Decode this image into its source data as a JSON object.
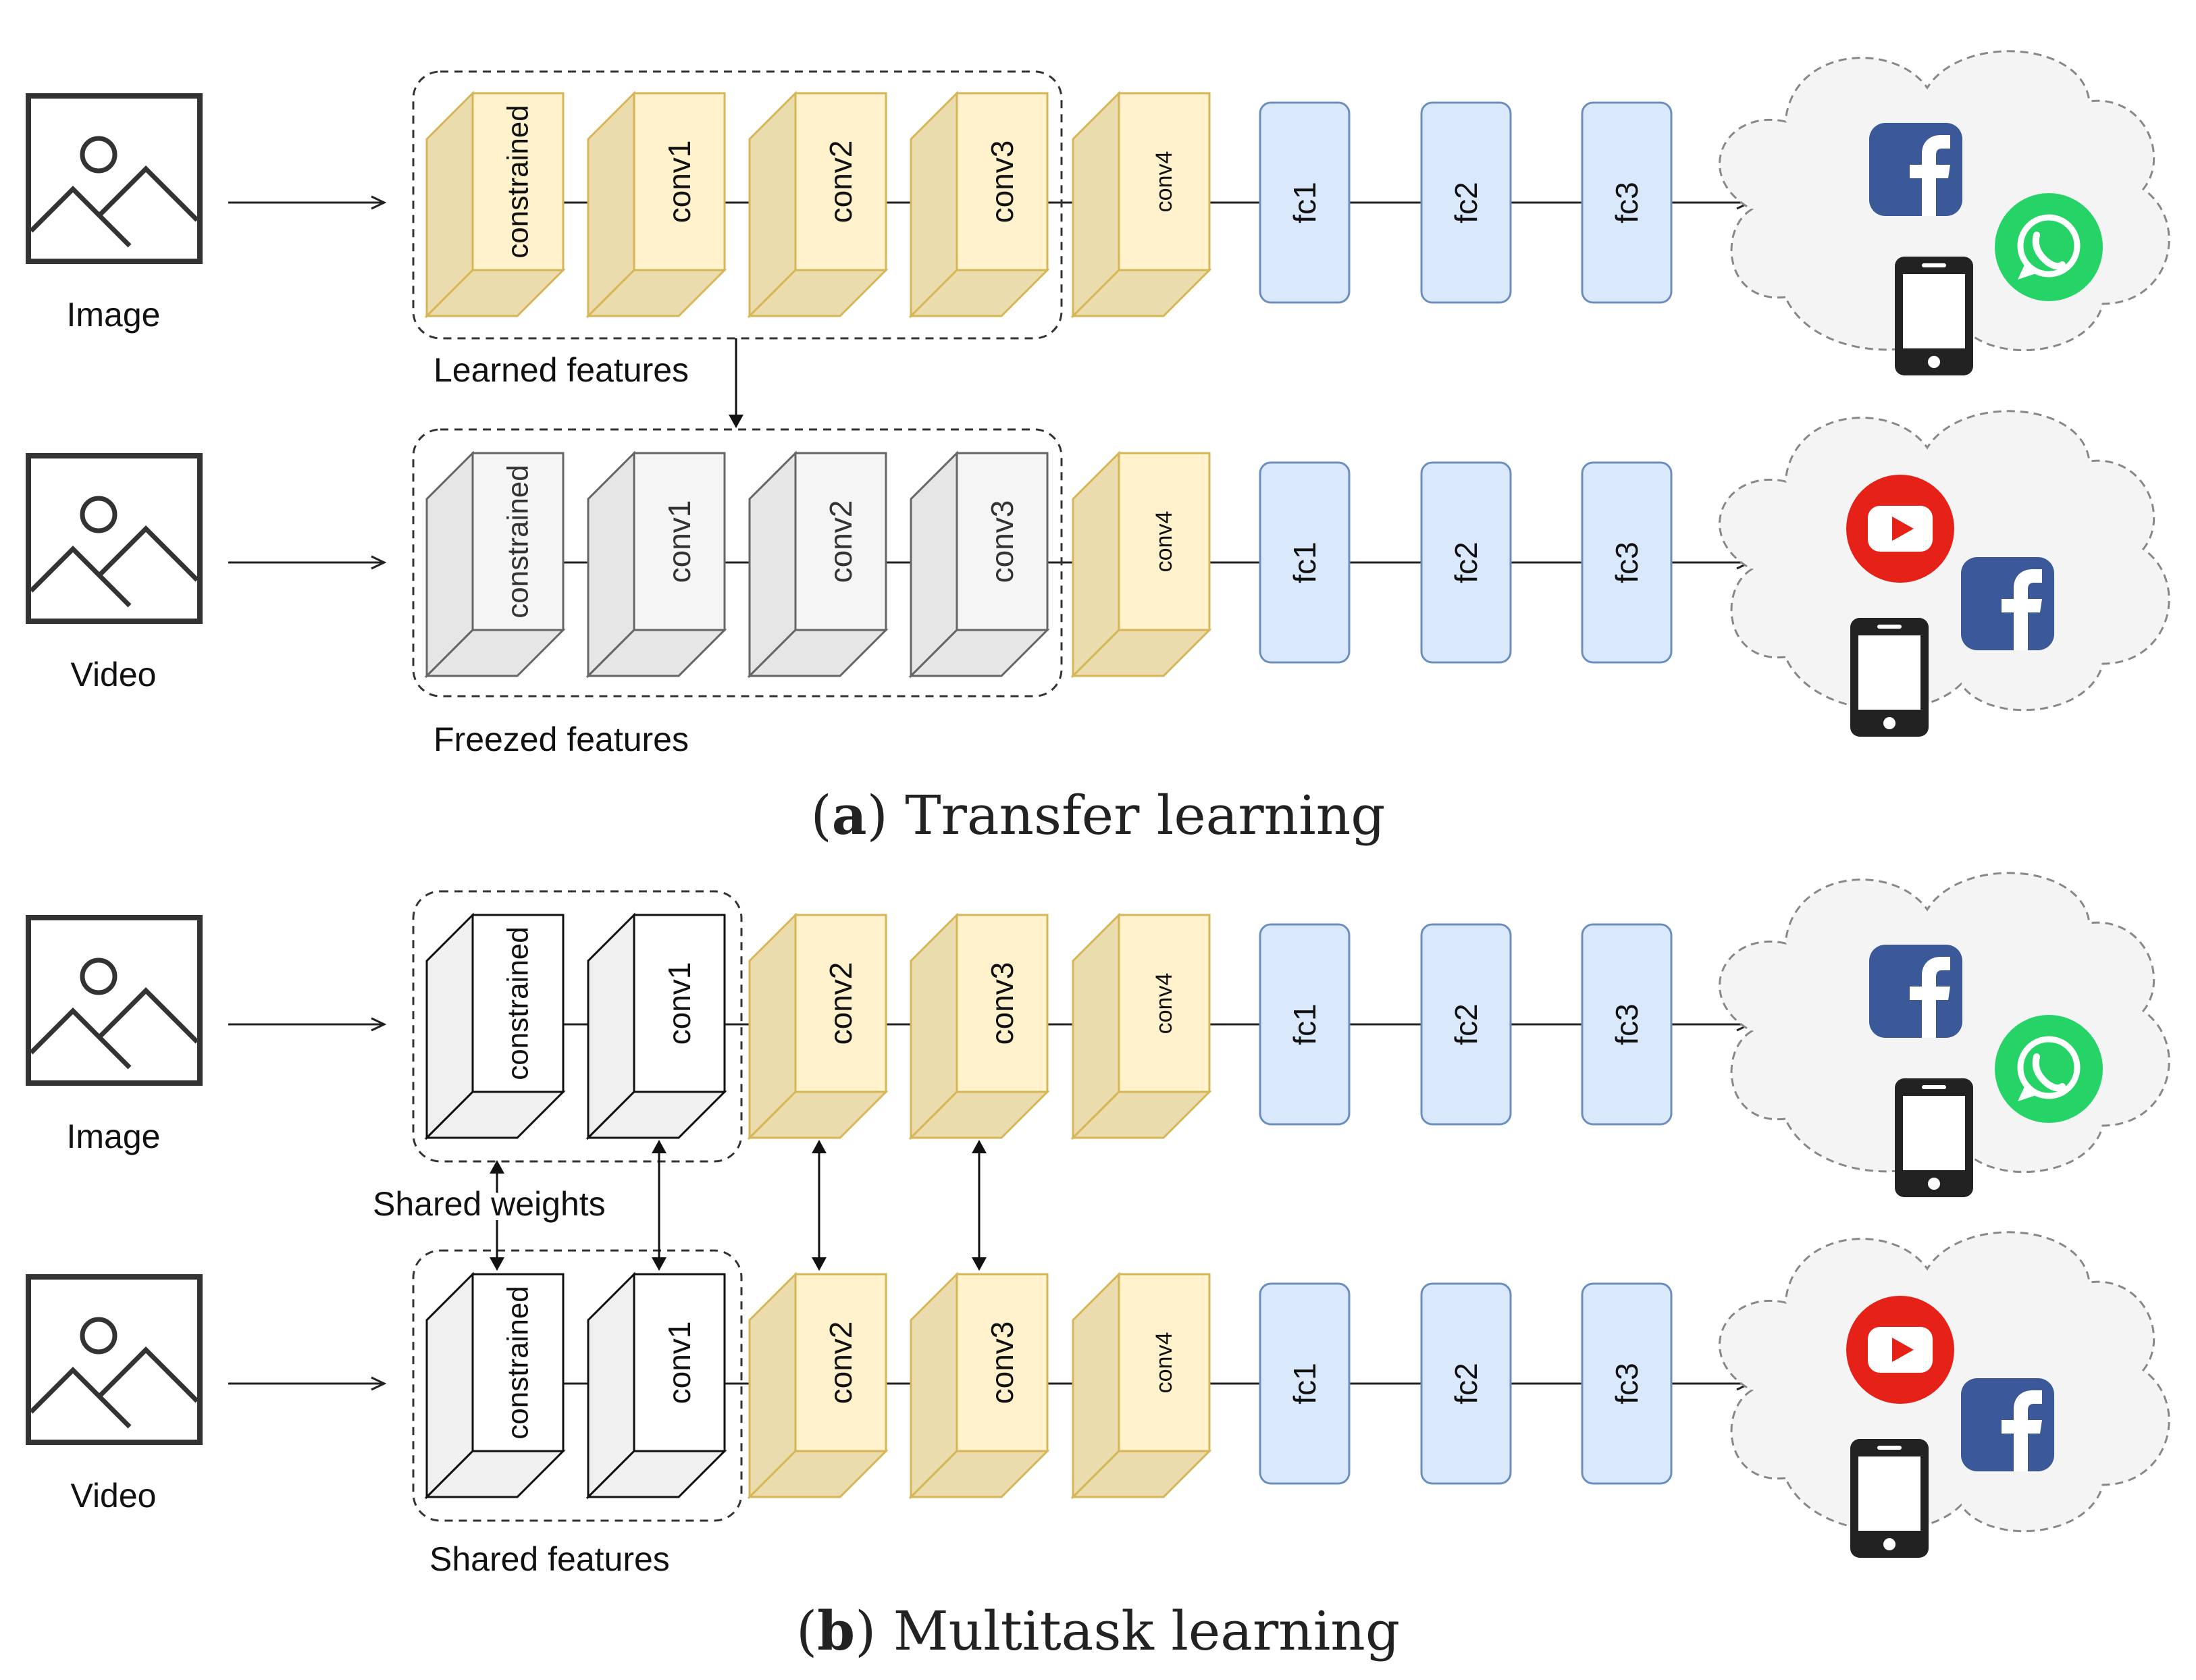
{
  "colors": {
    "trainable_front": "#fff2cc",
    "trainable_side": "#ebdcad",
    "trainable_stroke": "#d6b656",
    "frozen_front": "#f5f5f5",
    "frozen_side": "#e6e6e6",
    "frozen_stroke": "#666666",
    "shared_front": "#ffffff",
    "shared_side": "#f0f0f0",
    "shared_stroke": "#111111",
    "fc_fill": "#dae8fc",
    "fc_stroke": "#6c8ebf",
    "facebook": "#3b5998",
    "whatsapp": "#25d366",
    "youtube": "#e62117",
    "phone": "#222222",
    "cloud_fill": "#f4f4f4",
    "cloud_stroke": "#888888"
  },
  "layer_labels": [
    "constrained",
    "conv1",
    "conv2",
    "conv3",
    "conv4",
    "fc1",
    "fc2",
    "fc3"
  ],
  "inputs": [
    "Image",
    "Video",
    "Image",
    "Video"
  ],
  "group_labels": {
    "learned": "Learned features",
    "freezed": "Freezed features",
    "shared_weights": "Shared weights",
    "shared_features": "Shared features"
  },
  "captions": {
    "a_letter": "a",
    "a_text": "Transfer learning",
    "b_letter": "b",
    "b_text": "Multitask learning"
  },
  "rows": [
    {
      "input": "Image",
      "styles": [
        "trainable",
        "trainable",
        "trainable",
        "trainable",
        "trainable"
      ],
      "icons": [
        "facebook-icon",
        "whatsapp-icon",
        "phone-icon"
      ]
    },
    {
      "input": "Video",
      "styles": [
        "frozen",
        "frozen",
        "frozen",
        "frozen",
        "trainable"
      ],
      "icons": [
        "youtube-icon",
        "facebook-icon",
        "phone-icon"
      ]
    },
    {
      "input": "Image",
      "styles": [
        "shared",
        "shared",
        "trainable",
        "trainable",
        "trainable"
      ],
      "icons": [
        "facebook-icon",
        "whatsapp-icon",
        "phone-icon"
      ]
    },
    {
      "input": "Video",
      "styles": [
        "shared",
        "shared",
        "trainable",
        "trainable",
        "trainable"
      ],
      "icons": [
        "youtube-icon",
        "facebook-icon",
        "phone-icon"
      ]
    }
  ]
}
